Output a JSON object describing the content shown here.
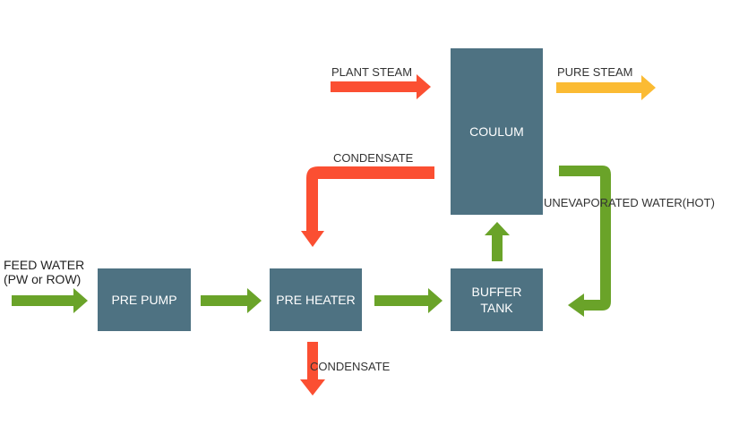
{
  "colors": {
    "box": "#4e7282",
    "box_text": "#ffffff",
    "water_flow": "#6aa329",
    "steam_condensate_flow": "#fb4f32",
    "pure_steam_flow": "#fbbb33",
    "label_text": "#333333"
  },
  "nodes": {
    "pre_pump": "PRE PUMP",
    "pre_heater": "PRE HEATER",
    "buffer_tank": "BUFFER\nTANK",
    "column": "COULUM"
  },
  "labels": {
    "feed_water": "FEED WATER\n(PW or ROW)",
    "plant_steam": "PLANT STEAM",
    "pure_steam": "PURE STEAM",
    "condensate_return": "CONDENSATE",
    "condensate_out": "CONDENSATE",
    "unevaporated_water": "UNEVAPORATED WATER(HOT)"
  }
}
